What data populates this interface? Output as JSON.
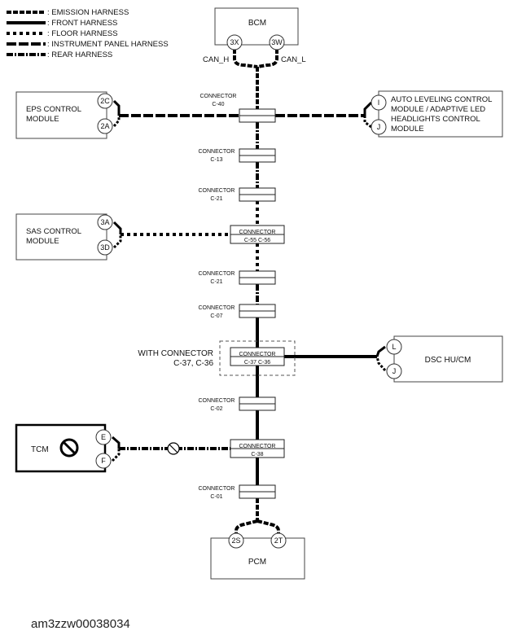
{
  "legend": [
    {
      "label": ": EMISSION HARNESS",
      "style": "emission"
    },
    {
      "label": ": FRONT HARNESS",
      "style": "front"
    },
    {
      "label": ": FLOOR HARNESS",
      "style": "floor"
    },
    {
      "label": ": INSTRUMENT PANEL HARNESS",
      "style": "instrument"
    },
    {
      "label": ": REAR HARNESS",
      "style": "rear"
    }
  ],
  "modules": {
    "bcm": {
      "name": "BCM",
      "pin_high": "3X",
      "pin_low": "3W",
      "can_h": "CAN_H",
      "can_l": "CAN_L"
    },
    "eps": {
      "name_line1": "EPS CONTROL",
      "name_line2": "MODULE",
      "pin_a": "2C",
      "pin_b": "2A"
    },
    "auto_leveling": {
      "line1": "AUTO LEVELING CONTROL",
      "line2": "MODULE / ADAPTIVE LED",
      "line3": "HEADLIGHTS CONTROL",
      "line4": "MODULE",
      "pin_a": "I",
      "pin_b": "J"
    },
    "sas": {
      "name_line1": "SAS CONTROL",
      "name_line2": "MODULE",
      "pin_a": "3A",
      "pin_b": "3D"
    },
    "dsc": {
      "name": "DSC HU/CM",
      "pin_a": "L",
      "pin_b": "J"
    },
    "tcm": {
      "name": "TCM",
      "pin_a": "E",
      "pin_b": "F"
    },
    "pcm": {
      "name": "PCM",
      "pin_a": "2S",
      "pin_b": "2T"
    }
  },
  "connectors": {
    "c40": {
      "label": "CONNECTOR",
      "code": "C-40"
    },
    "c13": {
      "label": "CONNECTOR",
      "code": "C-13"
    },
    "c21a": {
      "label": "CONNECTOR",
      "code": "C-21"
    },
    "c55": {
      "label": "CONNECTOR",
      "code": "C-55 C-56"
    },
    "c21b": {
      "label": "CONNECTOR",
      "code": "C-21"
    },
    "c07": {
      "label": "CONNECTOR",
      "code": "C-07"
    },
    "c37": {
      "label": "CONNECTOR",
      "code": "C-37 C-36"
    },
    "c02": {
      "label": "CONNECTOR",
      "code": "C-02"
    },
    "c38": {
      "label": "CONNECTOR",
      "code": "C-38"
    },
    "c01": {
      "label": "CONNECTOR",
      "code": "C-01"
    }
  },
  "with_connector": {
    "line1": "WITH CONNECTOR",
    "line2": "C-37, C-36"
  },
  "footer": {
    "id": "am3zzw00038034"
  }
}
